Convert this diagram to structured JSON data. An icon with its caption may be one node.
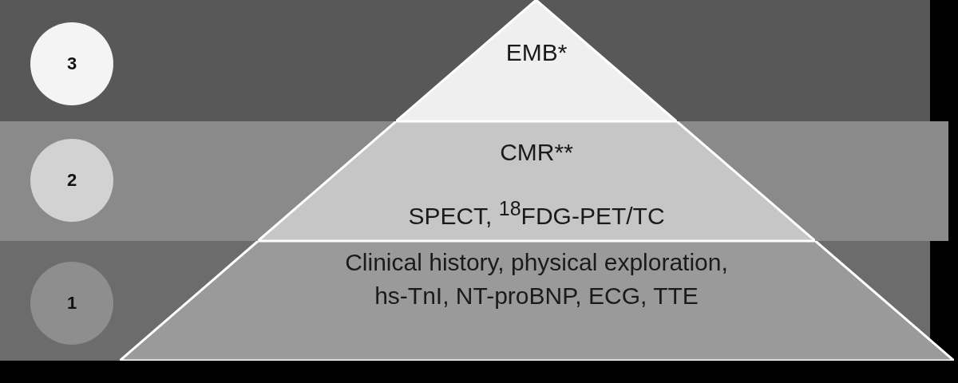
{
  "diagram": {
    "nodes": [
      {
        "text": [
          "3"
        ]
      },
      {
        "text": [
          "EMB*"
        ]
      },
      {
        "text": [
          "2"
        ]
      },
      {
        "text": [
          "CMR**",
          "SPECT, $^{18}$FDG-PET/TC"
        ]
      },
      {
        "text": [
          "1"
        ]
      },
      {
        "text": [
          "Clinical history, physical exploration, hs-TnI, NT-proBNP, ECG, TTE"
        ]
      }
    ],
    "edges": []
  }
}
